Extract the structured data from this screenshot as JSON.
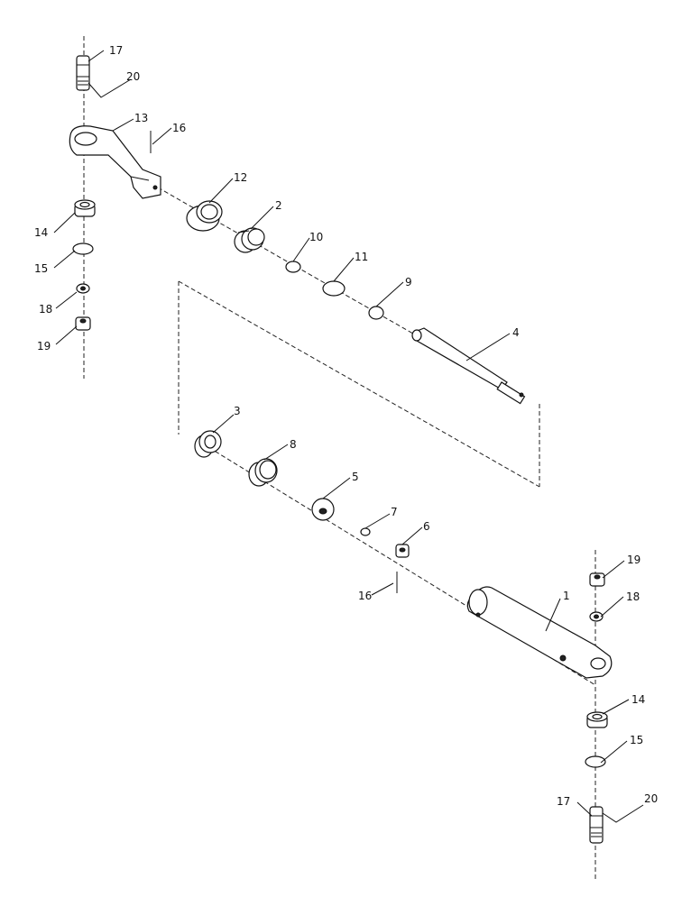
{
  "callouts": {
    "c1": "1",
    "c2": "2",
    "c3": "3",
    "c4": "4",
    "c5": "5",
    "c6": "6",
    "c7": "7",
    "c8": "8",
    "c9": "9",
    "c10": "10",
    "c11": "11",
    "c12": "12",
    "c13": "13",
    "c14a": "14",
    "c14b": "14",
    "c15a": "15",
    "c15b": "15",
    "c16a": "16",
    "c16b": "16",
    "c17a": "17",
    "c17b": "17",
    "c18a": "18",
    "c18b": "18",
    "c19a": "19",
    "c19b": "19",
    "c20a": "20",
    "c20b": "20"
  }
}
